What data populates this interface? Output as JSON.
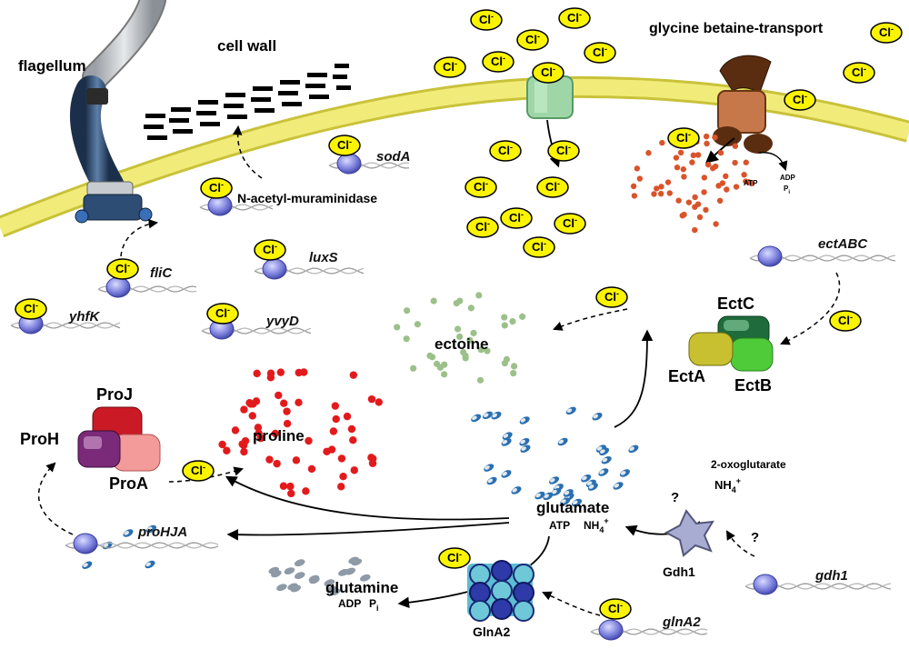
{
  "labels": {
    "flagellum": "flagellum",
    "cell_wall": "cell wall",
    "glycine_betaine": "glycine betaine-transport",
    "n_acetyl": "N-acetyl-muraminidase",
    "ectoine": "ectoine",
    "proline": "proline",
    "glutamate": "glutamate",
    "glutamine": "glutamine",
    "gdh1_enzyme": "Gdh1",
    "glna2_enzyme": "GlnA2",
    "ectA": "EctA",
    "ectB": "EctB",
    "ectC": "EctC",
    "proH": "ProH",
    "proJ": "ProJ",
    "proA": "ProA",
    "oxoglutarate": "2-oxoglutarate",
    "nh4": "NH",
    "nh4_sub": "4",
    "nh4_sup": "+",
    "atp": "ATP",
    "adp": "ADP",
    "pi": "P",
    "pi_sub": "i",
    "question": "?",
    "chloride": "Cl",
    "chloride_sup": "-"
  },
  "genes": {
    "sodA": "sodA",
    "fliC": "fliC",
    "luxS": "luxS",
    "yhfK": "yhfK",
    "yvyD": "yvyD",
    "ectABC": "ectABC",
    "proHJA": "proHJA",
    "gdh1": "gdh1",
    "glnA2": "glnA2"
  },
  "colors": {
    "membrane": "#f1ec7a",
    "membrane_edge": "#c9c23a",
    "chloride_fill": "#fbf400",
    "proline_dot": "#e31a1c",
    "ectoine_dot": "#9cc08a",
    "betaine_dot": "#d9532b",
    "polymerase": "#7b7fdc"
  }
}
